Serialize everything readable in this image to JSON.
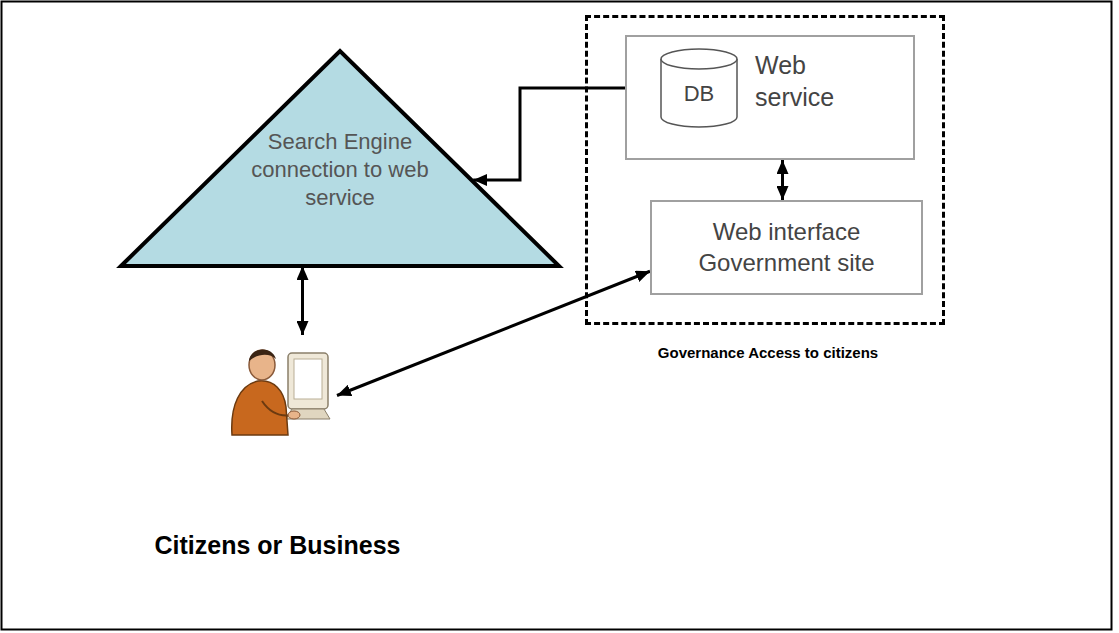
{
  "diagram": {
    "nodes": [
      {
        "text": [
          "Search Engine connection to web service"
        ]
      },
      {
        "text": [
          "Governance Access to citizens"
        ]
      },
      {
        "text": [
          "Web service"
        ],
        "in": 1
      },
      {
        "text": [
          "DB"
        ],
        "in": 2
      },
      {
        "text": [
          "Web interface Government site"
        ],
        "in": 1
      },
      {
        "text": [
          "Citizens or Business"
        ]
      }
    ],
    "edges": [
      {
        "from": 0,
        "to": 3,
        "arrow": "both"
      },
      {
        "from": 2,
        "to": 4,
        "arrow": "both"
      },
      {
        "from": 0,
        "to": 5,
        "arrow": "both"
      },
      {
        "from": 5,
        "to": 4,
        "arrow": "both"
      }
    ]
  }
}
